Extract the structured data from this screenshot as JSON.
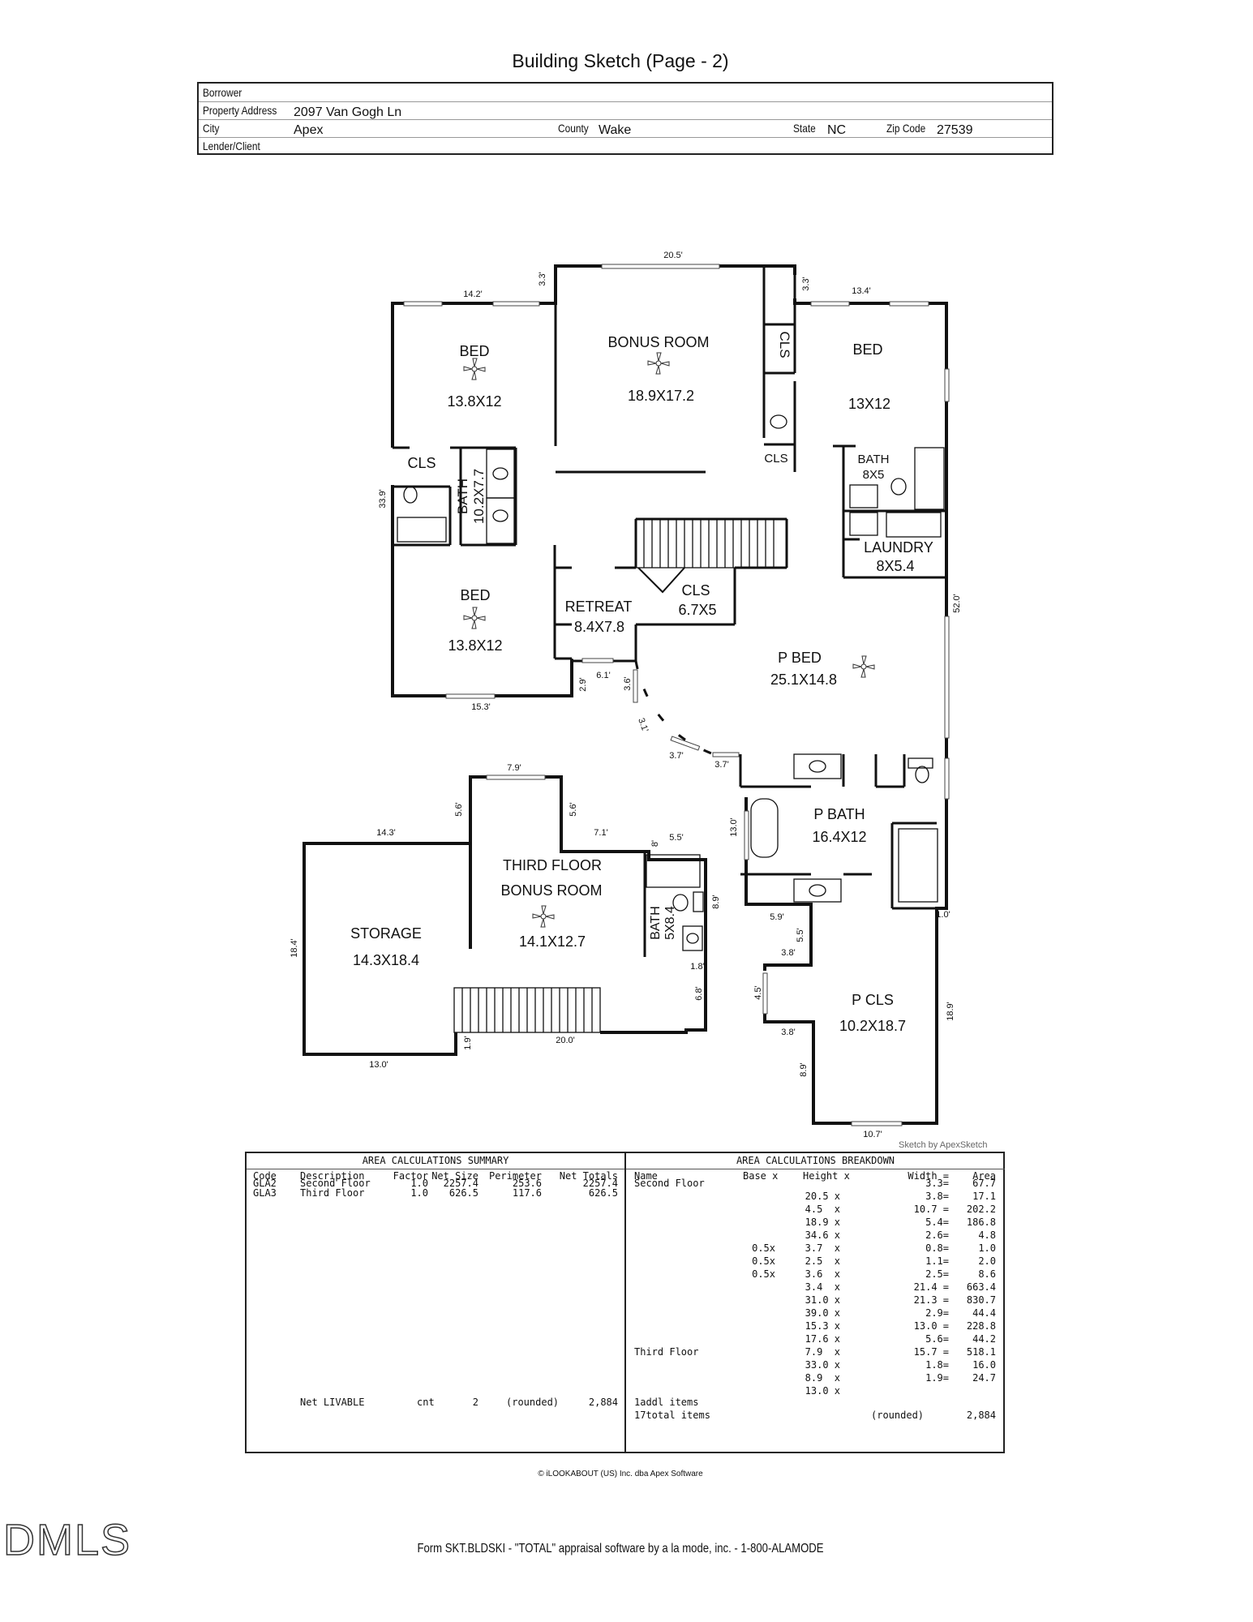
{
  "title": "Building Sketch (Page - 2)",
  "header": {
    "borrower_label": "Borrower",
    "property_address_label": "Property Address",
    "property_address": "2097 Van Gogh Ln",
    "city_label": "City",
    "city": "Apex",
    "county_label": "County",
    "county": "Wake",
    "state_label": "State",
    "state": "NC",
    "zip_label": "Zip Code",
    "zip": "27539",
    "lender_label": "Lender/Client"
  },
  "rooms": {
    "bed_nw": {
      "name": "BED",
      "size": "13.8X12"
    },
    "bonus_room": {
      "name": "BONUS ROOM",
      "size": "18.9X17.2"
    },
    "cls_vertical": "CLS",
    "bed_ne": {
      "name": "BED",
      "size": "13X12"
    },
    "cls_small": "CLS",
    "cls_left": "CLS",
    "bath_left": {
      "name": "BATH",
      "size": "10.2X7.7"
    },
    "bath_right": {
      "name": "BATH",
      "size": "8X5"
    },
    "laundry": {
      "name": "LAUNDRY",
      "size": "8X5.4"
    },
    "bed_sw": {
      "name": "BED",
      "size": "13.8X12"
    },
    "retreat": {
      "name": "RETREAT",
      "size": "8.4X7.8"
    },
    "cls_center": {
      "name": "CLS",
      "size": "6.7X5"
    },
    "p_bed": {
      "name": "P BED",
      "size": "25.1X14.8"
    },
    "p_bath": {
      "name": "P BATH",
      "size": "16.4X12"
    },
    "p_cls": {
      "name": "P CLS",
      "size": "10.2X18.7"
    },
    "storage": {
      "name": "STORAGE",
      "size": "14.3X18.4"
    },
    "third_bonus": {
      "line1": "THIRD  FLOOR",
      "line2": "BONUS ROOM",
      "size": "14.1X12.7"
    },
    "bath_third": {
      "name": "BATH",
      "size": "5X8.4"
    }
  },
  "dims": {
    "d_20_5": "20.5'",
    "d_14_2": "14.2'",
    "d_3_3a": "3.3'",
    "d_3_3b": "3.3'",
    "d_13_4": "13.4'",
    "d_33_9": "33.9'",
    "d_52_0": "52.0'",
    "d_15_3": "15.3'",
    "d_2_9": "2.9'",
    "d_6_1": "6.1'",
    "d_3_6": "3.6'",
    "d_3_1": "3.1'",
    "d_3_7a": "3.7'",
    "d_3_7b": "3.7'",
    "d_7_9": "7.9'",
    "d_5_6a": "5.6'",
    "d_5_6b": "5.6'",
    "d_14_3": "14.3'",
    "d_7_1": "7.1'",
    "d_8": "8'",
    "d_5_5a": "5.5'",
    "d_13_0v": "13.0'",
    "d_8_9a": "8.9'",
    "d_5_9": "5.9'",
    "d_5_5b": "5.5'",
    "d_1_0": "1.0'",
    "d_3_8a": "3.8'",
    "d_1_8": "1.8'",
    "d_18_4": "18.4'",
    "d_6_8": "6.8'",
    "d_4_5": "4.5'",
    "d_3_8b": "3.8'",
    "d_18_9": "18.9'",
    "d_1_9": "1.9'",
    "d_20_0": "20.0'",
    "d_13_0h": "13.0'",
    "d_8_9b": "8.9'",
    "d_10_7": "10.7'"
  },
  "sketch_by": "Sketch by ApexSketch",
  "summary": {
    "title": "AREA CALCULATIONS SUMMARY",
    "headers": [
      "Code",
      "Description",
      "Factor",
      "Net Size",
      "Perimeter",
      "Net Totals"
    ],
    "rows": [
      [
        "GLA2",
        "Second Floor",
        "1.0",
        "2257.4",
        "253.6",
        "2257.4"
      ],
      [
        "GLA3",
        "Third Floor",
        "1.0",
        "626.5",
        "117.6",
        "626.5"
      ]
    ],
    "net_livable": {
      "label": "Net LIVABLE",
      "unit": "cnt",
      "count": "2",
      "rounded": "(rounded)",
      "total": "2,884"
    }
  },
  "breakdown": {
    "title": "AREA CALCULATIONS BREAKDOWN",
    "headers": [
      "Name",
      "Base x",
      "Height x",
      "Width =",
      "Area"
    ],
    "rows": [
      [
        "Second Floor",
        "",
        "",
        "3.3=",
        "67.7"
      ],
      [
        "",
        "",
        "20.5 x",
        "3.8=",
        "17.1"
      ],
      [
        "",
        "",
        "4.5  x",
        "10.7 =",
        "202.2"
      ],
      [
        "",
        "",
        "18.9 x",
        "5.4=",
        "186.8"
      ],
      [
        "",
        "",
        "34.6 x",
        "2.6=",
        "4.8"
      ],
      [
        "",
        "0.5x",
        "3.7  x",
        "0.8=",
        "1.0"
      ],
      [
        "",
        "0.5x",
        "2.5  x",
        "1.1=",
        "2.0"
      ],
      [
        "",
        "0.5x",
        "3.6  x",
        "2.5=",
        "8.6"
      ],
      [
        "",
        "",
        "3.4  x",
        "21.4 =",
        "663.4"
      ],
      [
        "",
        "",
        "31.0 x",
        "21.3 =",
        "830.7"
      ],
      [
        "",
        "",
        "39.0 x",
        "2.9=",
        "44.4"
      ],
      [
        "",
        "",
        "15.3 x",
        "13.0 =",
        "228.8"
      ],
      [
        "",
        "",
        "17.6 x",
        "5.6=",
        "44.2"
      ],
      [
        "Third Floor",
        "",
        "7.9  x",
        "15.7 =",
        "518.1"
      ],
      [
        "",
        "",
        "33.0 x",
        "1.8=",
        "16.0"
      ],
      [
        "",
        "",
        "8.9  x",
        "1.9=",
        "24.7"
      ],
      [
        "",
        "",
        "13.0 x",
        "",
        ""
      ]
    ],
    "addl_items": "1addl items",
    "total_items": "17total items",
    "rounded": "(rounded)",
    "total": "2,884"
  },
  "copyright": "© iLOOKABOUT (US) Inc. dba Apex Software",
  "logo_text": "DMLS",
  "form_line": "Form SKT.BLDSKI - \"TOTAL\" appraisal software by a la mode, inc. - 1-800-ALAMODE"
}
